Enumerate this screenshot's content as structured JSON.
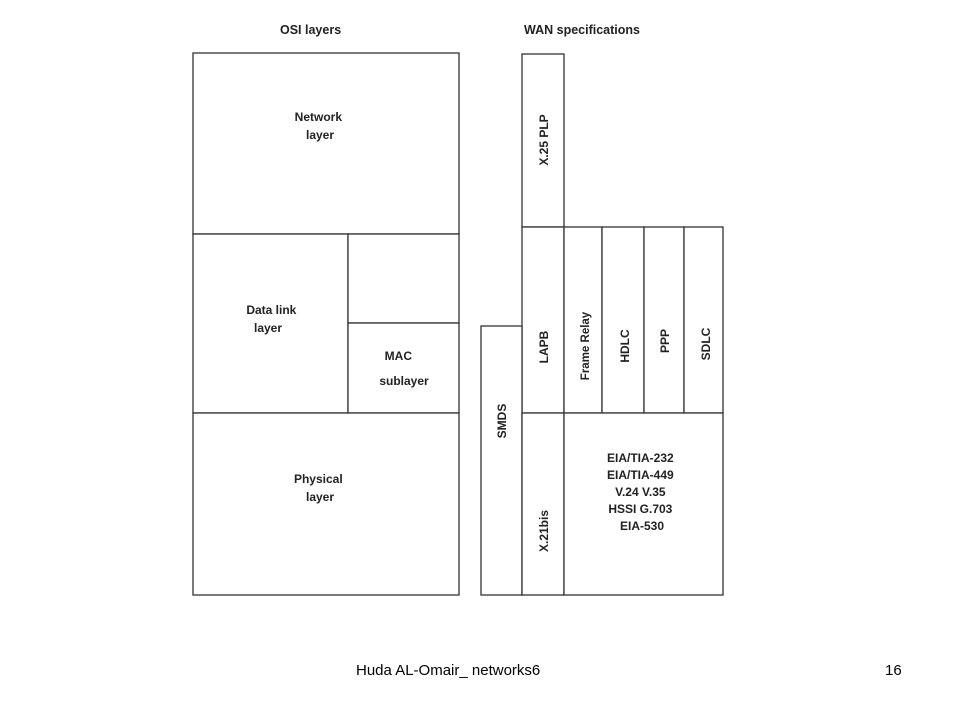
{
  "headers": {
    "osi": "OSI layers",
    "wan": "WAN specifications"
  },
  "osi": {
    "network": [
      "Network",
      "layer"
    ],
    "data_link": [
      "Data link",
      "layer"
    ],
    "mac": [
      "MAC",
      "sublayer"
    ],
    "physical": [
      "Physical",
      "layer"
    ]
  },
  "wan": {
    "x25plp": "X.25 PLP",
    "lapb": "LAPB",
    "frame_relay": "Frame Relay",
    "hdlc": "HDLC",
    "ppp": "PPP",
    "sdlc": "SDLC",
    "smds": "SMDS",
    "x21bis": "X.21bis",
    "physical_specs": [
      "EIA/TIA-232",
      "EIA/TIA-449",
      "V.24   V.35",
      "HSSI   G.703",
      "EIA-530"
    ]
  },
  "footer": {
    "text": "Huda AL-Omair_ networks6",
    "page": "16"
  }
}
